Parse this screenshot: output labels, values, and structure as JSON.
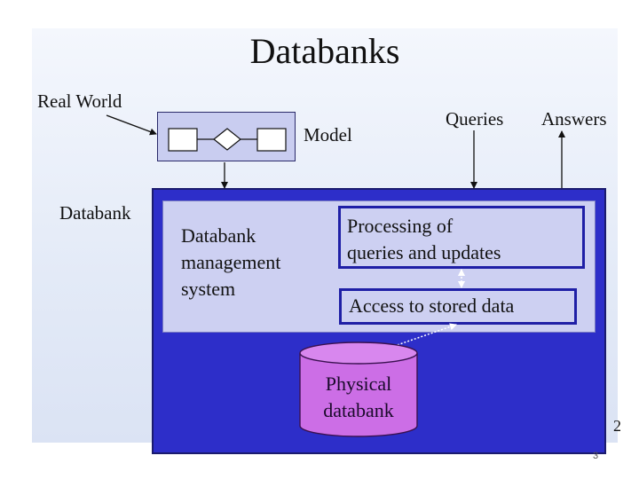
{
  "slide": {
    "title": "Databanks",
    "real_world_label": "Real World",
    "model_label": "Model",
    "queries_label": "Queries",
    "answers_label": "Answers",
    "databank_label": "Databank",
    "dbms": {
      "line1": "Databank",
      "line2": "management",
      "line3": "system"
    },
    "processing": {
      "line1": "Processing of",
      "line2": "queries and updates"
    },
    "access_label": "Access to stored data",
    "physical": {
      "line1": "Physical",
      "line2": "databank"
    },
    "stray_char": "2",
    "page_number": "3"
  },
  "colors": {
    "databank_panel": "#2d2ec9",
    "dbms_box": "#cdd0f2",
    "inner_box_border": "#1f1fa6",
    "cylinder_fill": "#cc6ee6",
    "model_box": "#c9cdf0"
  }
}
